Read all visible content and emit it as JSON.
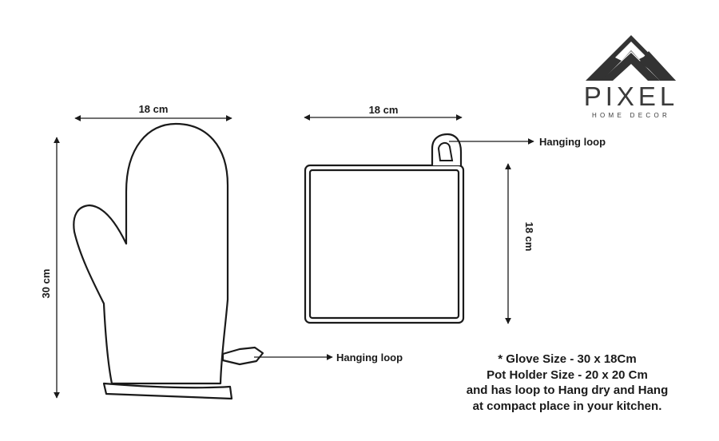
{
  "logo": {
    "brand": "PIXEL",
    "tagline": "HOME DECOR"
  },
  "glove": {
    "width_label": "18 cm",
    "height_label": "30 cm",
    "loop_label": "Hanging loop"
  },
  "holder": {
    "width_label": "18 cm",
    "height_label": "18 cm",
    "loop_label": "Hanging loop"
  },
  "note": {
    "line1": "* Glove Size - 30 x 18Cm",
    "line2": "Pot Holder Size - 20 x 20 Cm",
    "line3": "and has loop to Hang dry and Hang",
    "line4": "at compact place in your kitchen."
  },
  "colors": {
    "stroke": "#1a1a1a",
    "logo": "#333333"
  }
}
